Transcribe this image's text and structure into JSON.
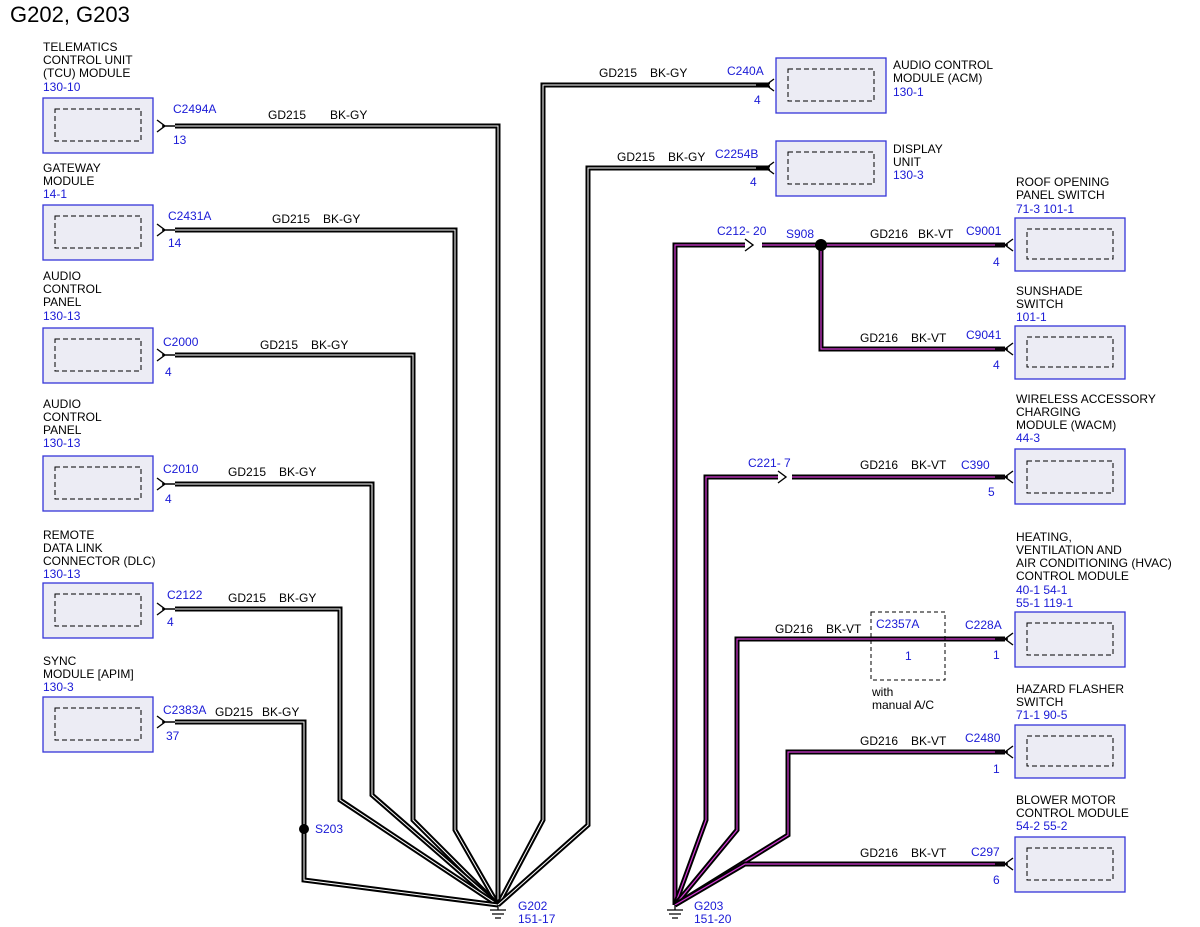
{
  "title": "G202, G203",
  "modules": {
    "tcu": {
      "name": [
        "TELEMATICS",
        "CONTROL UNIT",
        "(TCU) MODULE"
      ],
      "ref": "130-10",
      "connector": "C2494A",
      "pin": "13",
      "wire": "GD215",
      "color": "BK-GY"
    },
    "gateway": {
      "name": [
        "GATEWAY",
        "MODULE"
      ],
      "ref": "14-1",
      "connector": "C2431A",
      "pin": "14",
      "wire": "GD215",
      "color": "BK-GY"
    },
    "acp1": {
      "name": [
        "AUDIO",
        "CONTROL",
        "PANEL"
      ],
      "ref": "130-13",
      "connector": "C2000",
      "pin": "4",
      "wire": "GD215",
      "color": "BK-GY"
    },
    "acp2": {
      "name": [
        "AUDIO",
        "CONTROL",
        "PANEL"
      ],
      "ref": "130-13",
      "connector": "C2010",
      "pin": "4",
      "wire": "GD215",
      "color": "BK-GY"
    },
    "dlc": {
      "name": [
        "REMOTE",
        "DATA LINK",
        "CONNECTOR (DLC)"
      ],
      "ref": "130-13",
      "connector": "C2122",
      "pin": "4",
      "wire": "GD215",
      "color": "BK-GY"
    },
    "apim": {
      "name": [
        "SYNC",
        "MODULE [APIM]"
      ],
      "ref": "130-3",
      "connector": "C2383A",
      "pin": "37",
      "wire": "GD215",
      "color": "BK-GY"
    },
    "acm": {
      "name": [
        "AUDIO CONTROL",
        "MODULE (ACM)"
      ],
      "ref": "130-1",
      "connector": "C240A",
      "pin": "4",
      "wire": "GD215",
      "color": "BK-GY"
    },
    "display": {
      "name": [
        "DISPLAY",
        "UNIT"
      ],
      "ref": "130-3",
      "connector": "C2254B",
      "pin": "4",
      "wire": "GD215",
      "color": "BK-GY"
    },
    "roof": {
      "name": [
        "ROOF OPENING",
        "PANEL SWITCH"
      ],
      "ref": "71-3  101-1",
      "connector": "C9001",
      "pin": "4",
      "wire": "GD216",
      "color": "BK-VT"
    },
    "sunshade": {
      "name": [
        "SUNSHADE",
        "SWITCH"
      ],
      "ref": "101-1",
      "connector": "C9041",
      "pin": "4",
      "wire": "GD216",
      "color": "BK-VT"
    },
    "wacm": {
      "name": [
        "WIRELESS ACCESSORY",
        "CHARGING",
        "MODULE (WACM)"
      ],
      "ref": "44-3",
      "connector": "C390",
      "pin": "5",
      "wire": "GD216",
      "color": "BK-VT"
    },
    "hvac": {
      "name": [
        "HEATING,",
        "VENTILATION AND",
        "AIR CONDITIONING (HVAC)",
        "CONTROL MODULE"
      ],
      "ref": "40-1  54-1",
      "ref2": "55-1  119-1",
      "connector": "C228A",
      "pin": "1",
      "wire": "GD216",
      "color": "BK-VT"
    },
    "hazard": {
      "name": [
        "HAZARD FLASHER",
        "SWITCH"
      ],
      "ref": "71-1  90-5",
      "connector": "C2480",
      "pin": "1",
      "wire": "GD216",
      "color": "BK-VT"
    },
    "blower": {
      "name": [
        "BLOWER MOTOR",
        "CONTROL MODULE"
      ],
      "ref": "54-2  55-2",
      "connector": "C297",
      "pin": "6",
      "wire": "GD216",
      "color": "BK-VT"
    }
  },
  "inline": {
    "c212": "C212- 20",
    "s908": "S908",
    "c221": "C221- 7",
    "c2357a": "C2357A",
    "c2357a_pin": "1",
    "with": "with",
    "manual": "manual A/C",
    "s203": "S203"
  },
  "grounds": {
    "g202": {
      "name": "G202",
      "ref": "151-17"
    },
    "g203": {
      "name": "G203",
      "ref": "151-20"
    }
  }
}
